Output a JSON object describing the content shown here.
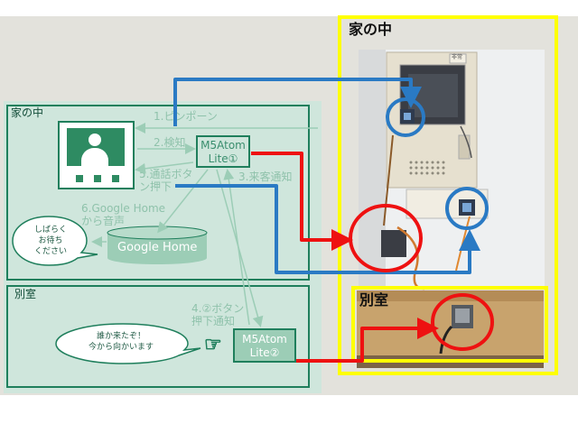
{
  "left_panel": {
    "title": "家の中",
    "steps": {
      "s1": "1.ピンポーン",
      "s2": "2.検知",
      "s3": "3.来客通知",
      "s4_line1": "4.②ボタン",
      "s4_line2": "押下通知",
      "s5_line1": "5.通話ボタ",
      "s5_line2": "ン押下",
      "s6_line1": "6.Google Home",
      "s6_line2": "から音声"
    },
    "device1_line1": "M5Atom",
    "device1_line2": "Lite①",
    "google_home": "Google Home",
    "bubble_line1": "しばらく",
    "bubble_line2": "お待ち",
    "bubble_line3": "ください",
    "bessitsu": {
      "title": "別室",
      "bubble_line1": "誰か来たぞ！",
      "bubble_line2": "今から向かいます",
      "device2_line1": "M5Atom",
      "device2_line2": "Lite②",
      "hand_glyph": "☞"
    }
  },
  "photo": {
    "label_home": "家の中",
    "label_room": "別室",
    "intercom_badge": "非常"
  },
  "colors": {
    "panel_bg": "#e3e2dc",
    "left_bg": "#cfe6dc",
    "green_line": "#1f7f5c",
    "green_fill": "#9ccdb6",
    "yellow": "#ffff00",
    "red": "#ee1111",
    "blue": "#2a7ac4"
  }
}
